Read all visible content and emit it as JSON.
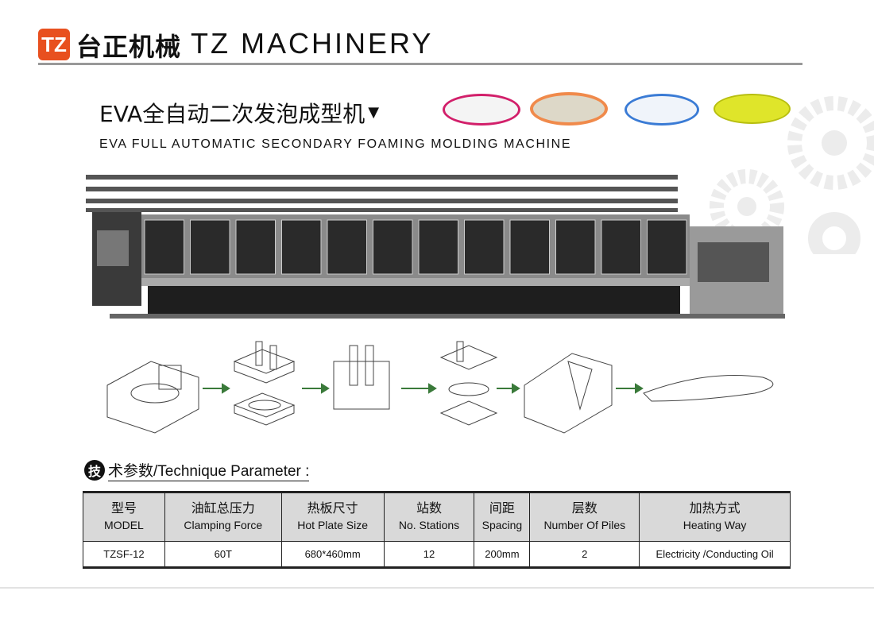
{
  "header": {
    "logo_text": "TZ",
    "brand_cn": "台正机械",
    "brand_en": "TZ MACHINERY"
  },
  "product": {
    "title_cn": "EVA全自动二次发泡成型机",
    "title_arrow": "▼",
    "title_en": "EVA FULL AUTOMATIC SECONDARY FOAMING MOLDING MACHINE"
  },
  "machine": {
    "stations": 12
  },
  "section": {
    "icon_char": "技",
    "title": "术参数/Technique Parameter :"
  },
  "table": {
    "headers": [
      {
        "cn": "型号",
        "en": "MODEL"
      },
      {
        "cn": "油缸总压力",
        "en": "Clamping Force"
      },
      {
        "cn": "热板尺寸",
        "en": "Hot Plate Size"
      },
      {
        "cn": "站数",
        "en": "No. Stations"
      },
      {
        "cn": "间距",
        "en": "Spacing"
      },
      {
        "cn": "层数",
        "en": "Number Of Piles"
      },
      {
        "cn": "加热方式",
        "en": "Heating Way"
      }
    ],
    "row": [
      "TZSF-12",
      "60T",
      "680*460mm",
      "12",
      "200mm",
      "2",
      "Electricity /Conducting Oil"
    ]
  },
  "colors": {
    "brand": "#e8501f",
    "header_bg": "#d9d9d9",
    "arrow": "#3a7a3a"
  }
}
